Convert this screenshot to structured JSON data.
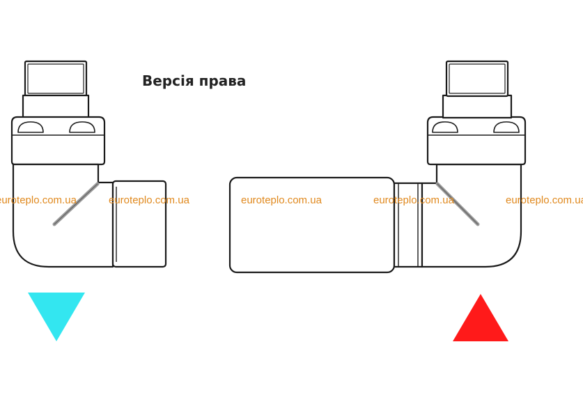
{
  "title": "Версія права",
  "watermark": {
    "text": "euroteplo.com.ua",
    "color": "#e0891e",
    "instances": [
      "euroteplo.com.ua",
      "euroteplo.com.ua",
      "euroteplo.com.ua",
      "euroteplo.com.ua",
      "euroteplo.com.ua"
    ]
  },
  "colors": {
    "outline": "#1a1a1a",
    "fill": "#ffffff",
    "spindle": "#9a9a9a",
    "supply_arrow": "#ff1a1a",
    "return_arrow": "#33e6f0"
  },
  "indicators": {
    "left": {
      "icon": "down-triangle-icon",
      "color": "#33e6f0"
    },
    "right": {
      "icon": "up-triangle-icon",
      "color": "#ff1a1a"
    }
  }
}
